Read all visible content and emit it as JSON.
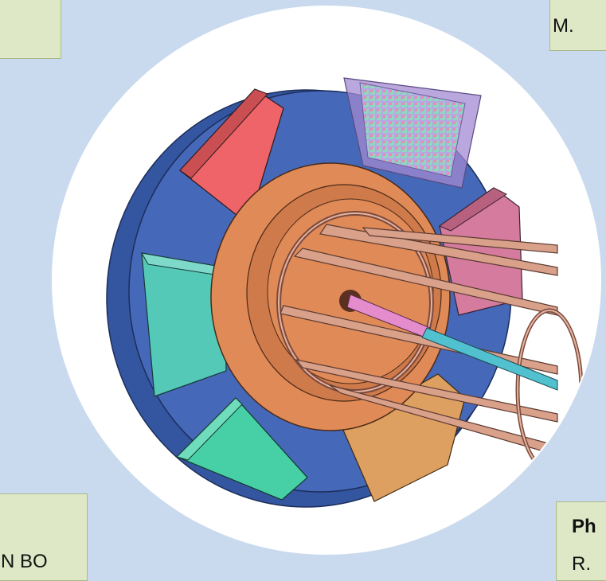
{
  "notes": {
    "top_right": "M.",
    "bottom_left": "N BO",
    "bottom_right_title": "Ph",
    "bottom_right_text": "R."
  },
  "colors": {
    "background": "#c9daee",
    "note_fill": "#dfe8c6",
    "circle": "#ffffff",
    "disk": "#4568b8",
    "disk_side": "#34559f",
    "core": "#e08a58",
    "core_inner": "#cf7a4a",
    "cage": "#c98a72",
    "sector_red": "#ef6468",
    "sector_purple": "#a38ad2",
    "sector_pink": "#d57c9e",
    "sector_teal": "#55c9b8",
    "sector_green": "#47d0a6",
    "sector_orange": "#dea060",
    "beam_pink": "#e48ccc",
    "beam_cyan": "#52c1cf"
  }
}
